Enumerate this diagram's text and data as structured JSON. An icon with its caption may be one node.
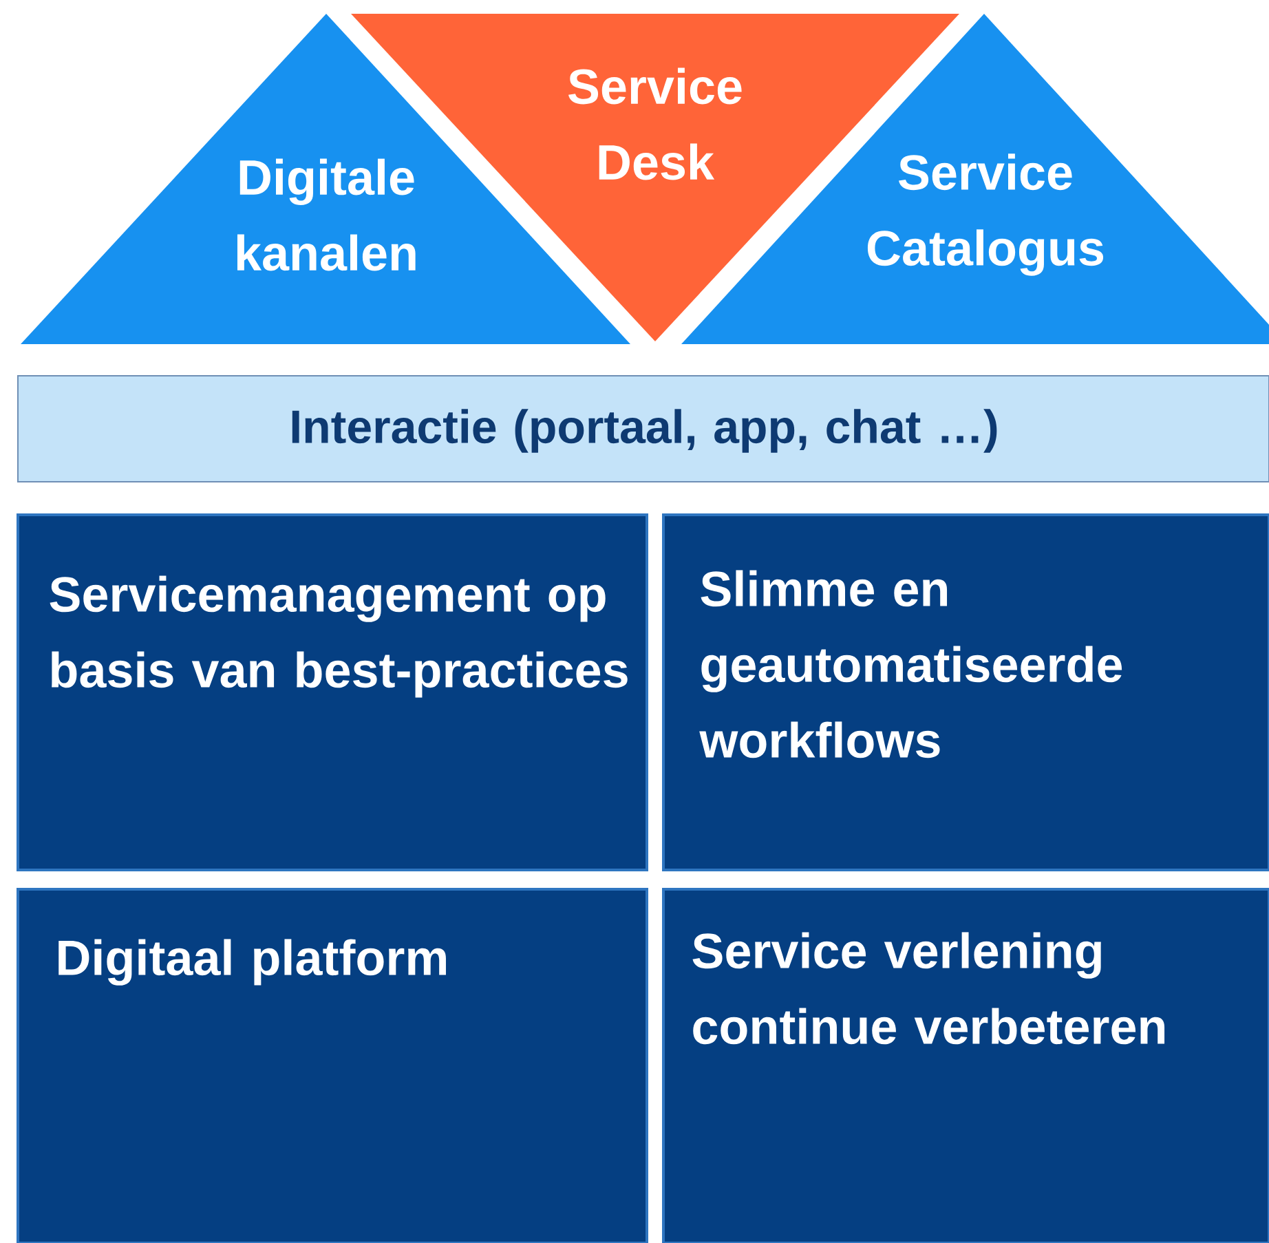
{
  "diagram": {
    "nodes": [
      {
        "text": [
          "Digitale kanalen"
        ]
      },
      {
        "text": [
          "Service Desk"
        ]
      },
      {
        "text": [
          "Service Catalogus"
        ]
      },
      {
        "text": [
          "Interactie (portaal, app, chat …)"
        ]
      },
      {
        "text": [
          "Servicemanagement op basis van best-practices"
        ]
      },
      {
        "text": [
          "Slimme en geautomatiseerde workflows"
        ]
      },
      {
        "text": [
          "Digitaal platform"
        ]
      },
      {
        "text": [
          "Service verlening continue verbeteren"
        ]
      }
    ]
  }
}
